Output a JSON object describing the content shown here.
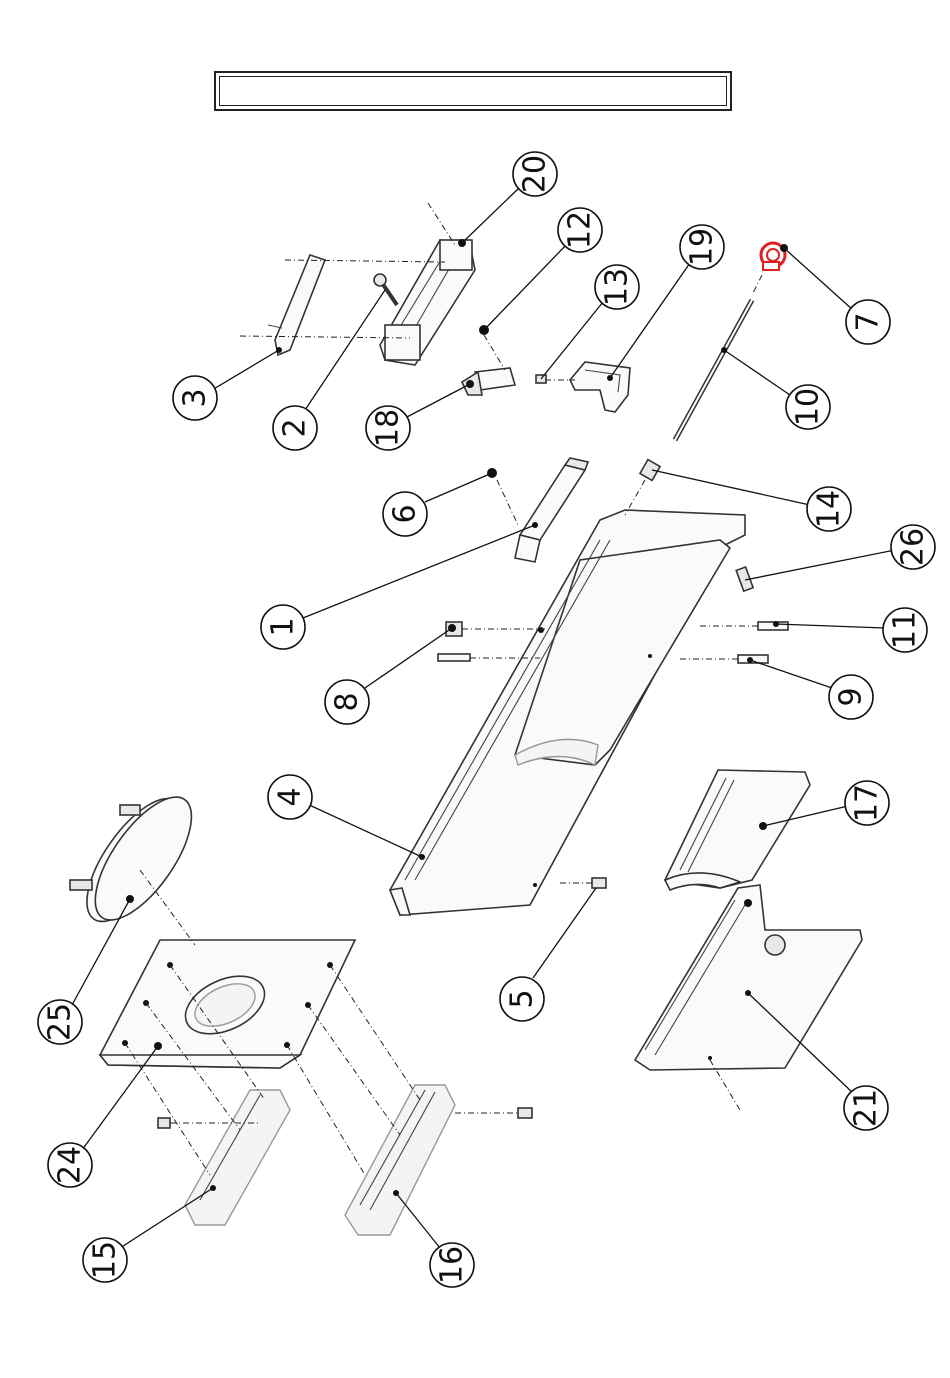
{
  "title_box": {
    "text": ""
  },
  "callouts": [
    {
      "id": "c1",
      "label": "1"
    },
    {
      "id": "c2",
      "label": "2"
    },
    {
      "id": "c3",
      "label": "3"
    },
    {
      "id": "c4",
      "label": "4"
    },
    {
      "id": "c5",
      "label": "5"
    },
    {
      "id": "c6",
      "label": "6"
    },
    {
      "id": "c7",
      "label": "7",
      "color": "#e02020"
    },
    {
      "id": "c8",
      "label": "8"
    },
    {
      "id": "c9",
      "label": "9"
    },
    {
      "id": "c10",
      "label": "10"
    },
    {
      "id": "c11",
      "label": "11"
    },
    {
      "id": "c12",
      "label": "12"
    },
    {
      "id": "c13",
      "label": "13"
    },
    {
      "id": "c14",
      "label": "14"
    },
    {
      "id": "c15",
      "label": "15"
    },
    {
      "id": "c16",
      "label": "16"
    },
    {
      "id": "c17",
      "label": "17"
    },
    {
      "id": "c18",
      "label": "18"
    },
    {
      "id": "c19",
      "label": "19"
    },
    {
      "id": "c20",
      "label": "20"
    },
    {
      "id": "c21",
      "label": "21"
    },
    {
      "id": "c24",
      "label": "24"
    },
    {
      "id": "c25",
      "label": "25"
    },
    {
      "id": "c26",
      "label": "26"
    }
  ],
  "colors": {
    "line": "#111111",
    "highlight": "#e02020",
    "background": "#ffffff"
  }
}
